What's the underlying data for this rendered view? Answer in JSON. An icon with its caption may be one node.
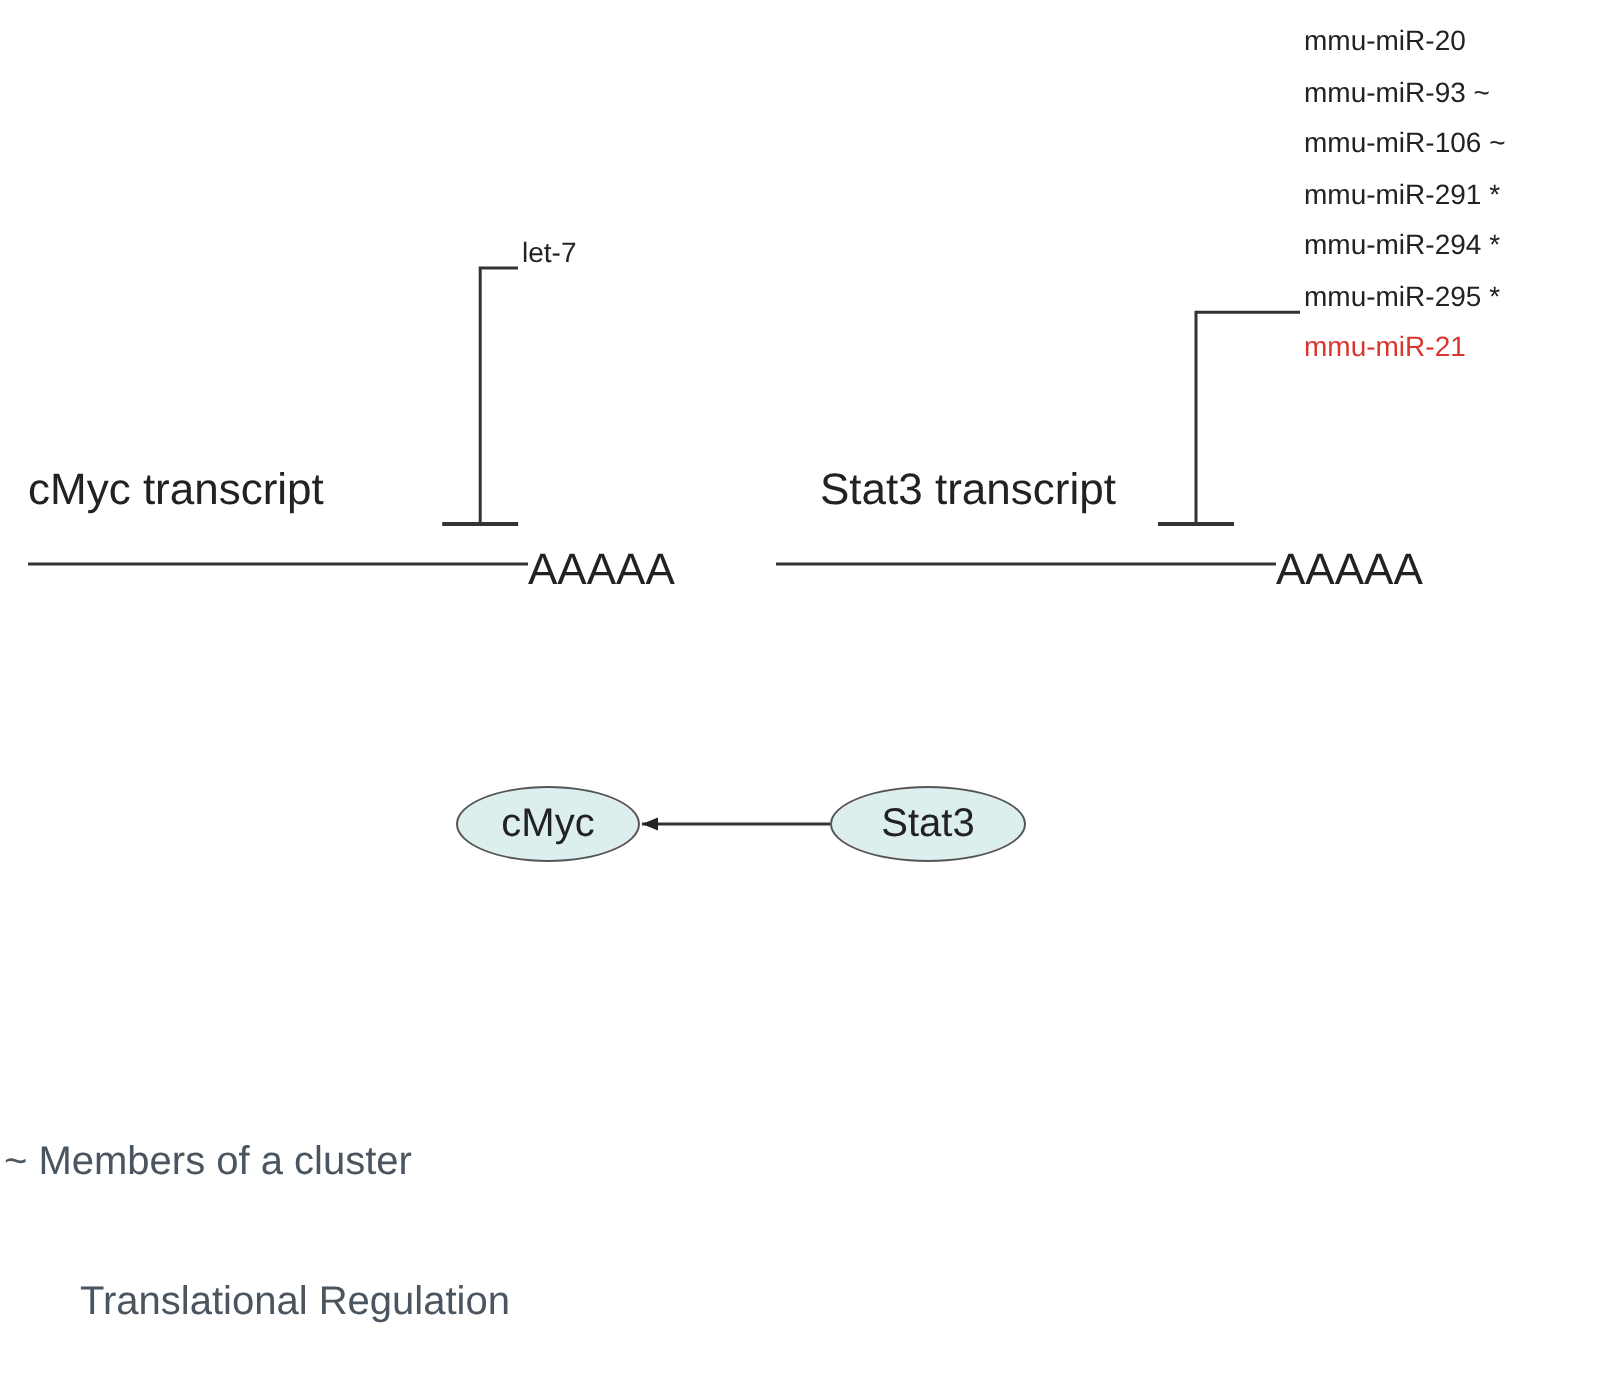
{
  "diagram": {
    "nodes": [
      {
        "text": [
          "let-7"
        ]
      },
      {
        "text": [
          "AAAAA"
        ],
        "beside": [
          "cMyc transcript"
        ]
      },
      {
        "text": [
          "mmu-miR-20",
          "mmu-miR-93 ~",
          "mmu-miR-106 ~",
          "mmu-miR-291 *",
          "mmu-miR-294 *",
          "mmu-miR-295 *",
          "mmu-miR-21"
        ]
      },
      {
        "text": [
          "AAAAA"
        ],
        "beside": [
          "Stat3 transcript"
        ]
      },
      {
        "text": [
          "cMyc"
        ]
      },
      {
        "text": [
          "Stat3"
        ]
      }
    ],
    "edges": [
      {
        "from": 0,
        "to": 1,
        "arrow": "other"
      },
      {
        "from": 2,
        "to": 3,
        "arrow": "other"
      },
      {
        "from": 5,
        "to": 4,
        "arrow": "to"
      }
    ],
    "labels": [
      "~ Members of a cluster",
      "Translational Regulation"
    ]
  }
}
